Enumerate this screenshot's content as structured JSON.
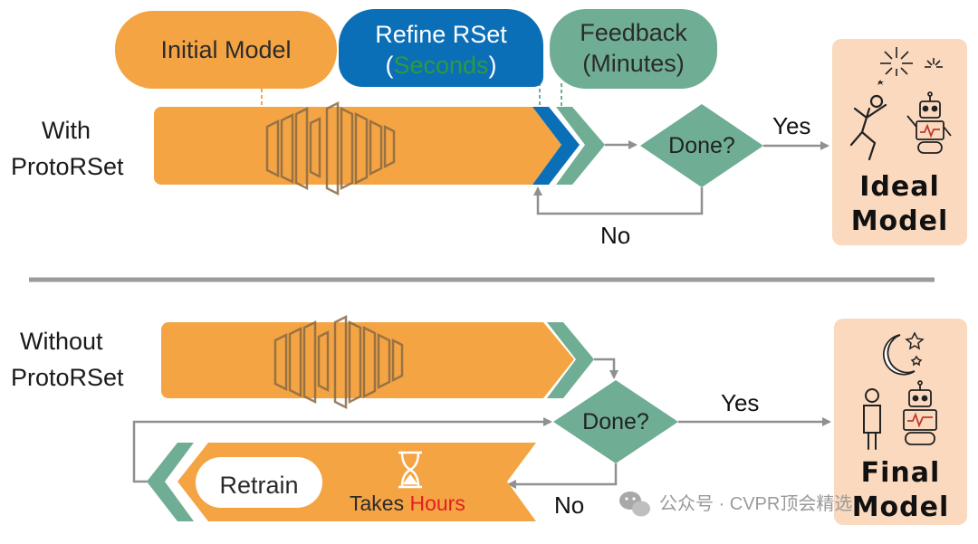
{
  "top": {
    "row_label_line1": "With",
    "row_label_line2": "ProtoRSet",
    "initial_model": "Initial Model",
    "refine_line1": "Refine RSet",
    "refine_open": "(",
    "refine_seconds": "Seconds",
    "refine_close": ")",
    "feedback_line1": "Feedback",
    "feedback_line2": "(Minutes)",
    "done": "Done?",
    "yes": "Yes",
    "no": "No",
    "result_line1": "Ideal",
    "result_line2": "Model"
  },
  "bottom": {
    "row_label_line1": "Without",
    "row_label_line2": "ProtoRSet",
    "done": "Done?",
    "yes": "Yes",
    "no": "No",
    "retrain": "Retrain",
    "takes": "Takes",
    "hours": "Hours",
    "result_line1": "Final",
    "result_line2": "Model"
  },
  "watermark": "公众号 · CVPR顶会精选",
  "colors": {
    "orange": "#F5A444",
    "blue": "#0B6FB8",
    "green": "#6FAE94",
    "green_text": "#2E9A3D",
    "red_text": "#E02020",
    "result_box": "#FAD9BE",
    "gray_line": "#9B9B9B",
    "dark_text": "#1a1a1a"
  },
  "icons": [
    "neural-network-icon",
    "fireworks-icon",
    "person-jumping-icon",
    "robot-icon",
    "moon-icon",
    "stars-icon",
    "person-standing-icon",
    "hourglass-icon",
    "wechat-icon"
  ]
}
